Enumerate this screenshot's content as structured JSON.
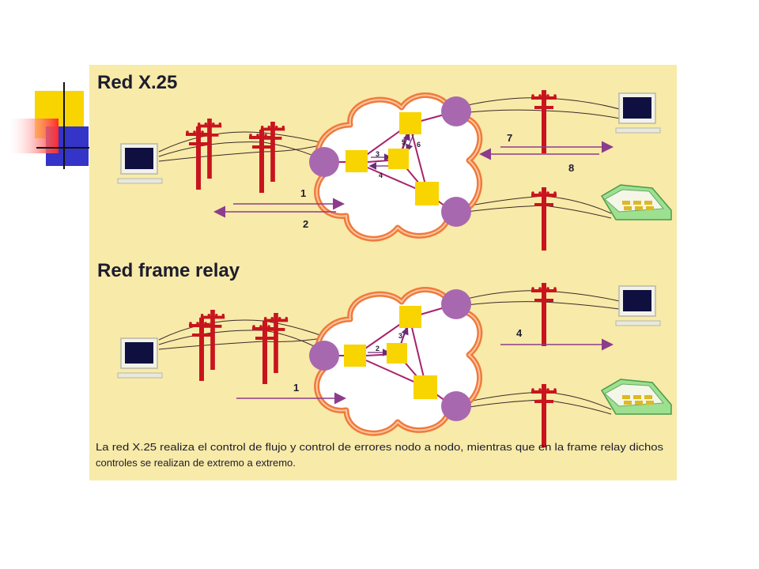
{
  "colors": {
    "background": "#f8eaa8",
    "pole": "#c8141e",
    "cloud_fill": "#ffffff",
    "cloud_edge": "#f07a3c",
    "node_circle": "#a868b0",
    "switch_square": "#f8d400",
    "link": "#a8226c",
    "arrow": "#8c3c8c",
    "terminal_screen": "#101040"
  },
  "x25": {
    "title": "Red X.25",
    "labels": {
      "n1": "1",
      "n2": "2",
      "n3": "3",
      "n4": "4",
      "n5": "5",
      "n6": "6",
      "n7": "7",
      "n8": "8"
    }
  },
  "frame_relay": {
    "title": "Red frame relay",
    "labels": {
      "n1": "1",
      "n2": "2",
      "n3": "3",
      "n4": "4"
    }
  },
  "caption": {
    "line1": "La red X.25 realiza el control de flujo y control de errores nodo a nodo, mientras que en la frame relay dichos",
    "line2": "controles se realizan de extremo a extremo."
  },
  "icons": [
    "computer-icon",
    "telephone-icon",
    "utility-pole-icon",
    "network-cloud-icon"
  ]
}
